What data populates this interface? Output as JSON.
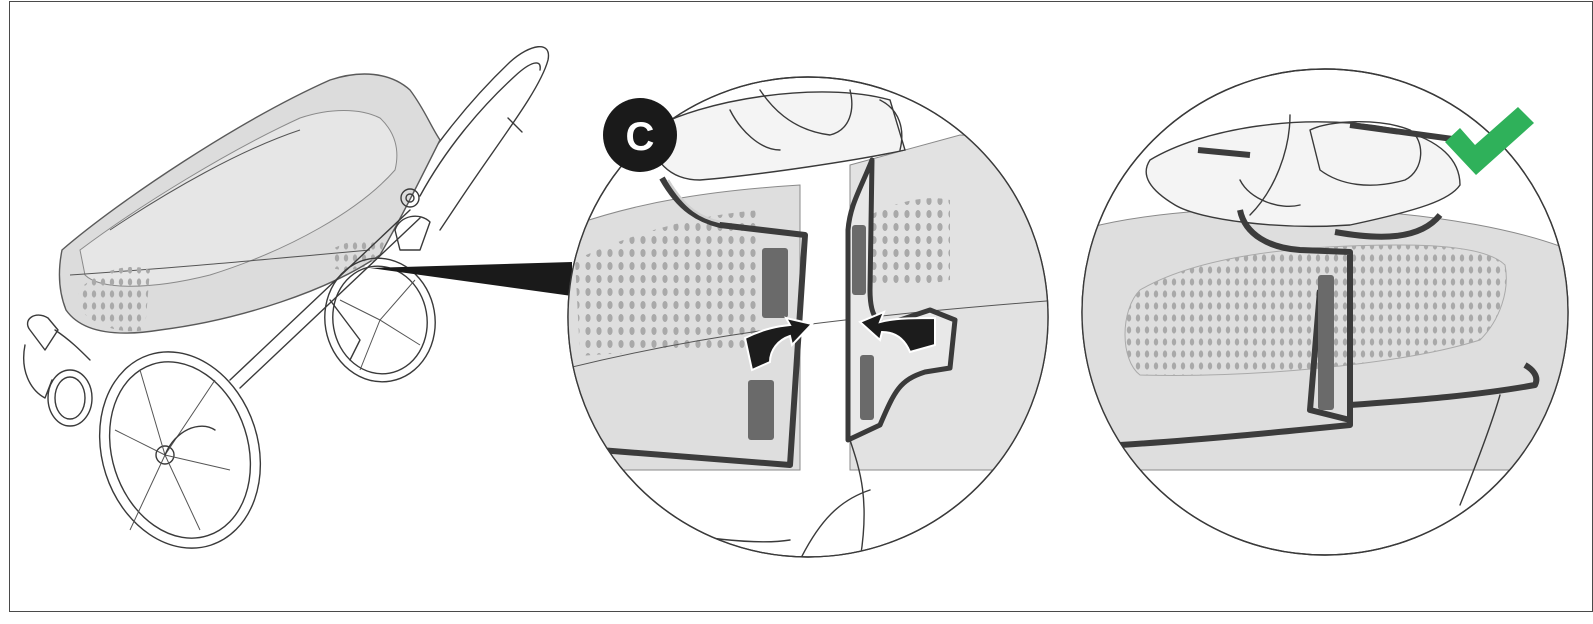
{
  "step_badge": {
    "label": "C",
    "background": "#1a1a1a",
    "text_color": "#ffffff"
  },
  "status_icon": {
    "name": "checkmark-icon",
    "color": "#2fb15a"
  },
  "panels": {
    "overview": "stroller-overview",
    "detail_fasten": "fasten-cover-tabs",
    "detail_result": "cover-fastened"
  },
  "colors": {
    "outline": "#3a3a3a",
    "cover_fill": "#dcdcdc",
    "dot_pattern": "#a9a9a9",
    "arrows": "#1c1c1c"
  }
}
